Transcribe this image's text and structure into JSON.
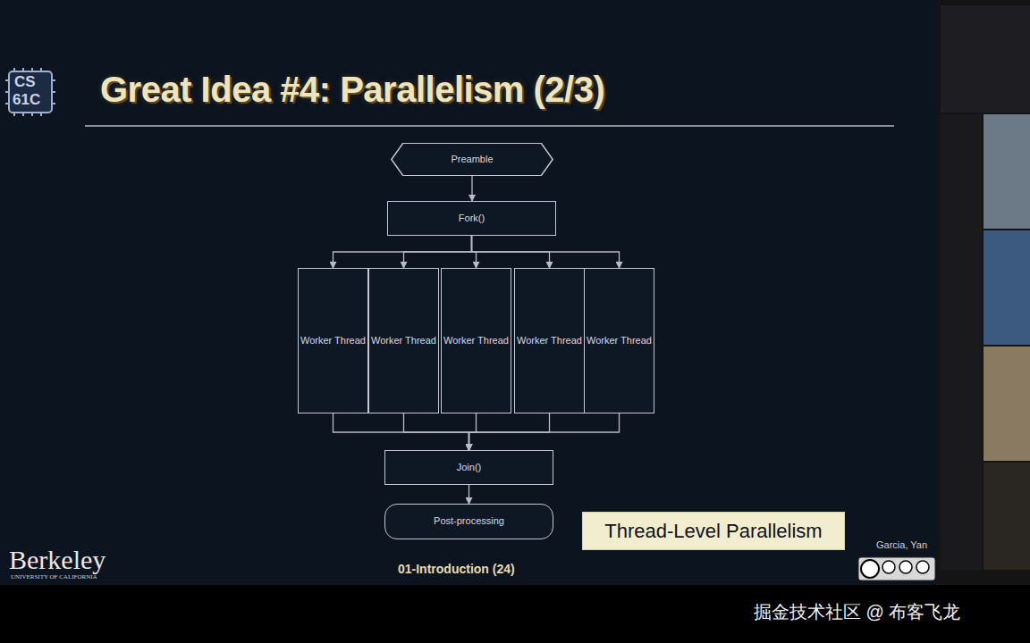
{
  "diagram": {
    "title": "Great Idea #4: Parallelism (2/3)",
    "nodes": [
      {
        "text": [
          "Preamble"
        ]
      },
      {
        "text": [
          "Fork()"
        ]
      },
      {
        "text": [
          "Worker Thread"
        ]
      },
      {
        "text": [
          "Worker Thread"
        ]
      },
      {
        "text": [
          "Worker Thread"
        ]
      },
      {
        "text": [
          "Worker Thread"
        ]
      },
      {
        "text": [
          "Worker Thread"
        ]
      },
      {
        "text": [
          "Join()"
        ]
      },
      {
        "text": [
          "Post-processing"
        ]
      },
      {
        "text": [
          "Thread-Level Parallelism"
        ]
      }
    ],
    "edges": [
      {
        "from": 0,
        "to": 1,
        "arrow": "to"
      },
      {
        "from": 1,
        "to": 2,
        "arrow": "to"
      },
      {
        "from": 1,
        "to": 3,
        "arrow": "to"
      },
      {
        "from": 1,
        "to": 4,
        "arrow": "to"
      },
      {
        "from": 1,
        "to": 5,
        "arrow": "to"
      },
      {
        "from": 1,
        "to": 6,
        "arrow": "to"
      },
      {
        "from": 2,
        "to": 7,
        "arrow": "to"
      },
      {
        "from": 3,
        "to": 7,
        "arrow": "to"
      },
      {
        "from": 4,
        "to": 7,
        "arrow": "to"
      },
      {
        "from": 5,
        "to": 7,
        "arrow": "to"
      },
      {
        "from": 6,
        "to": 7,
        "arrow": "to"
      },
      {
        "from": 7,
        "to": 8,
        "arrow": "to"
      }
    ],
    "labels": [
      "CS",
      "61C",
      "Berkeley",
      "UNIVERSITY OF CALIFORNIA",
      "01-Introduction (24)",
      "Garcia, Yan",
      "掘金技术社区 @ 布客飞龙"
    ]
  }
}
